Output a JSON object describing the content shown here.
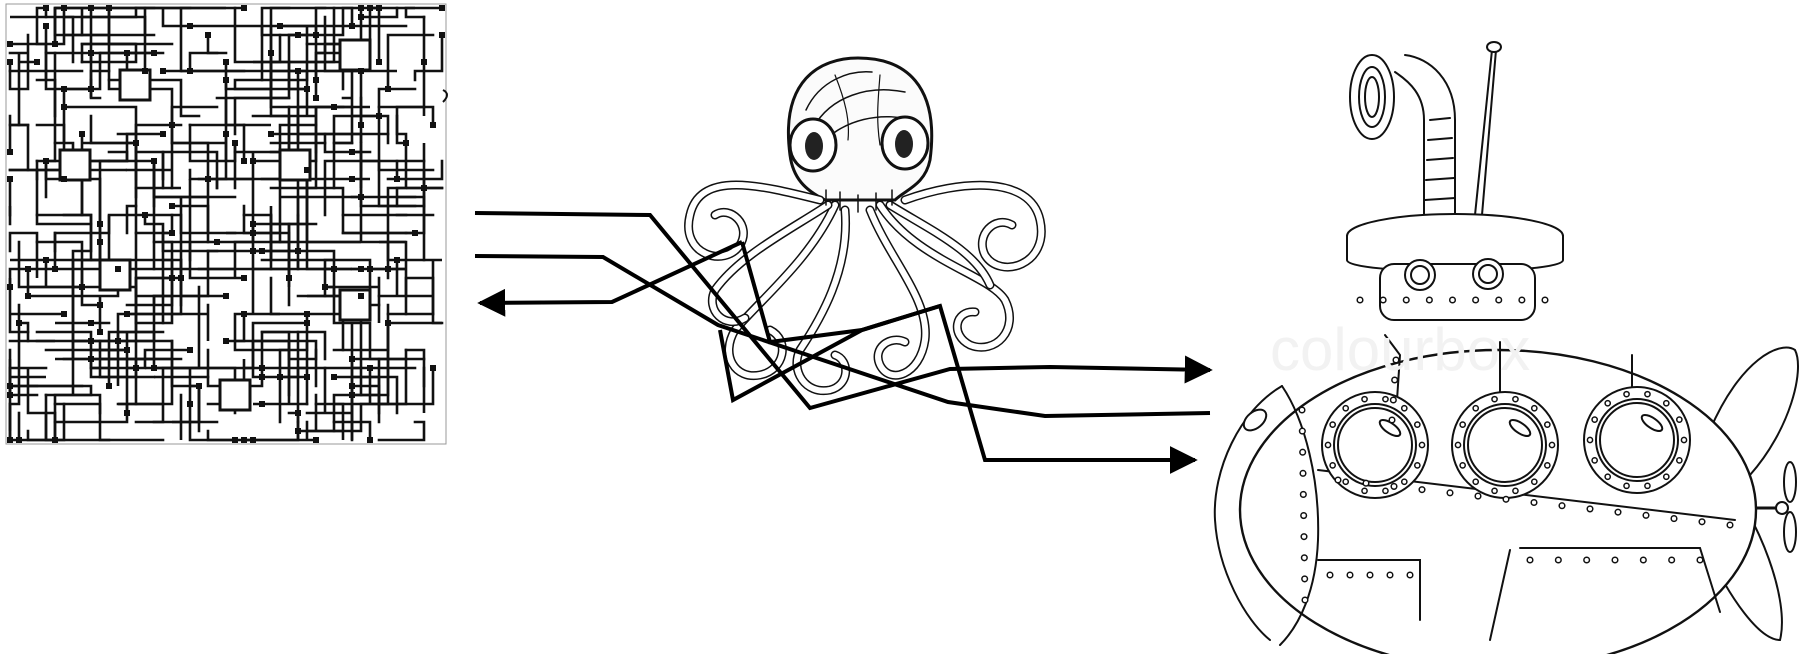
{
  "diagram": {
    "nodes": [
      {
        "id": "circuit",
        "icon": "circuit-board-icon"
      },
      {
        "id": "octopus",
        "icon": "octopus-icon"
      },
      {
        "id": "submarine",
        "icon": "submarine-icon"
      }
    ],
    "watermark": "colourbox",
    "colors": {
      "line": "#000000",
      "background": "#ffffff",
      "watermark": "#f2f2f2"
    }
  }
}
